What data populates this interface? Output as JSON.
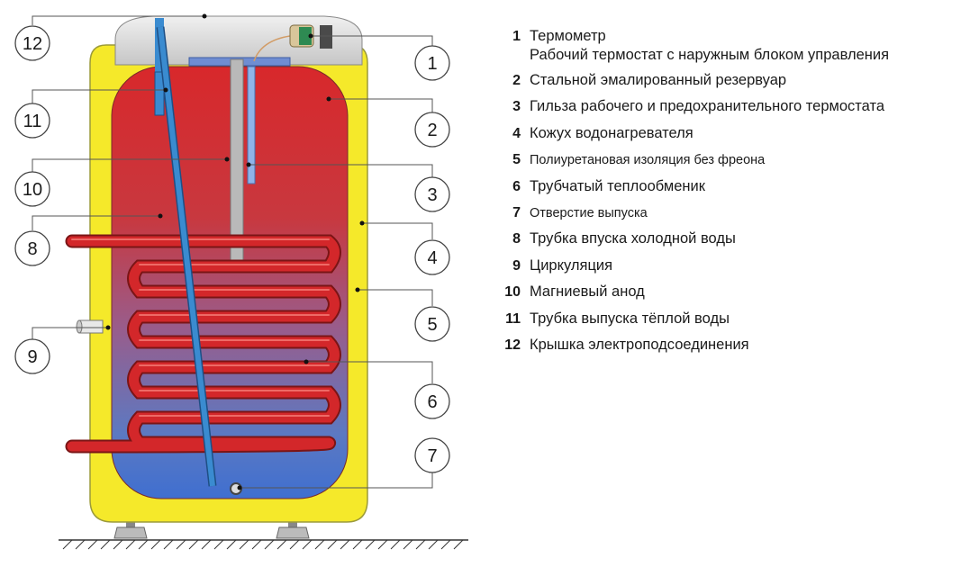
{
  "callouts": [
    {
      "num": "12"
    },
    {
      "num": "1"
    },
    {
      "num": "11"
    },
    {
      "num": "2"
    },
    {
      "num": "10"
    },
    {
      "num": "3"
    },
    {
      "num": "8"
    },
    {
      "num": "4"
    },
    {
      "num": "5"
    },
    {
      "num": "9"
    },
    {
      "num": "6"
    },
    {
      "num": "7"
    }
  ],
  "legend": [
    {
      "num": "1",
      "lines": [
        "Термометр",
        "Рабочий термостат с наружным блоком управления"
      ]
    },
    {
      "num": "2",
      "text": "Стальной эмалированный резервуар"
    },
    {
      "num": "3",
      "text": "Гильза рабочего и предохранительного термостата"
    },
    {
      "num": "4",
      "text": "Кожух водонагревателя"
    },
    {
      "num": "5",
      "text": "Полиуретановая изоляция без фреона"
    },
    {
      "num": "6",
      "text": "Трубчатый теплообменик"
    },
    {
      "num": "7",
      "text": "Отверстие выпуска"
    },
    {
      "num": "8",
      "text": "Трубка впуска холодной воды"
    },
    {
      "num": "9",
      "text": "Циркуляция"
    },
    {
      "num": "10",
      "text": "Магниевый анод"
    },
    {
      "num": "11",
      "text": "Трубка выпуска тёплой воды"
    },
    {
      "num": "12",
      "text": "Крышка электроподсоединения"
    }
  ],
  "colors": {
    "casing": "#f5e92a",
    "hot_water": "#d8282b",
    "cold_water": "#3d62b8",
    "coil": "#d3272a",
    "inlet_pipe": "#3a8bd0",
    "anode": "#b9b9b9",
    "lid": "#e0e0e0"
  }
}
